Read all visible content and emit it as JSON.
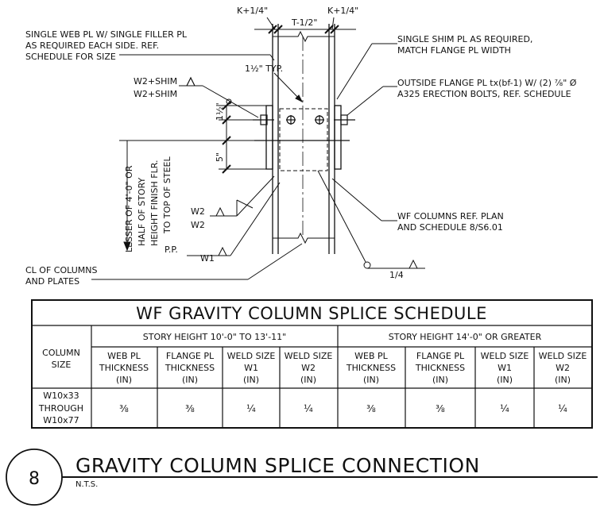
{
  "detail": {
    "number": "8",
    "title": "GRAVITY COLUMN SPLICE CONNECTION",
    "scale": "N.T.S."
  },
  "dims": {
    "k_left": "K+1/4\"",
    "k_right": "K+1/4\"",
    "t_half": "T-1/2\"",
    "half_typ": "1½\" TYP.",
    "one_half": "1½\"",
    "five": "5\"",
    "vertical": [
      "LESSER OF 4'-0\" OR",
      "HALF OF STORY",
      "HEIGHT FINISH FLR.",
      "TO TOP OF STEEL"
    ]
  },
  "labels": {
    "web_pl": [
      "SINGLE WEB PL W/ SINGLE FILLER PL",
      "AS REQUIRED EACH SIDE. REF.",
      "SCHEDULE FOR SIZE"
    ],
    "shim_pl": [
      "SINGLE SHIM PL AS REQUIRED,",
      "MATCH FLANGE PL WIDTH"
    ],
    "flange_pl": [
      "OUTSIDE FLANGE PL tx(bf-1) W/ (2) ⅞\" Ø",
      "A325 ERECTION BOLTS, REF. SCHEDULE"
    ],
    "wf_columns": [
      "WF COLUMNS REF. PLAN",
      "AND SCHEDULE 8/S6.01"
    ],
    "cl_columns": [
      "CL OF COLUMNS",
      "AND PLATES"
    ]
  },
  "welds": {
    "w2_shim_a": "W2+SHIM",
    "w2_shim_b": "W2+SHIM",
    "w2_a": "W2",
    "w2_b": "W2",
    "pp": "P.P.",
    "w1": "W1",
    "quarter": "1/4"
  },
  "schedule": {
    "title": "WF GRAVITY COLUMN SPLICE SCHEDULE",
    "group_a": "STORY HEIGHT 10'-0\" TO 13'-11\"",
    "group_b": "STORY HEIGHT 14'-0\" OR GREATER",
    "column_size_header": [
      "COLUMN",
      "SIZE"
    ],
    "headers": [
      [
        "WEB PL",
        "THICKNESS",
        "(IN)"
      ],
      [
        "FLANGE PL",
        "THICKNESS",
        "(IN)"
      ],
      [
        "WELD SIZE",
        "W1",
        "(IN)"
      ],
      [
        "WELD SIZE",
        "W2",
        "(IN)"
      ],
      [
        "WEB PL",
        "THICKNESS",
        "(IN)"
      ],
      [
        "FLANGE PL",
        "THICKNESS",
        "(IN)"
      ],
      [
        "WELD SIZE",
        "W1",
        "(IN)"
      ],
      [
        "WELD SIZE",
        "W2",
        "(IN)"
      ]
    ],
    "row_size": [
      "W10x33",
      "THROUGH",
      "W10x77"
    ],
    "row_values": [
      "⅜",
      "⅜",
      "¼",
      "¼",
      "⅜",
      "⅜",
      "¼",
      "¼"
    ]
  }
}
